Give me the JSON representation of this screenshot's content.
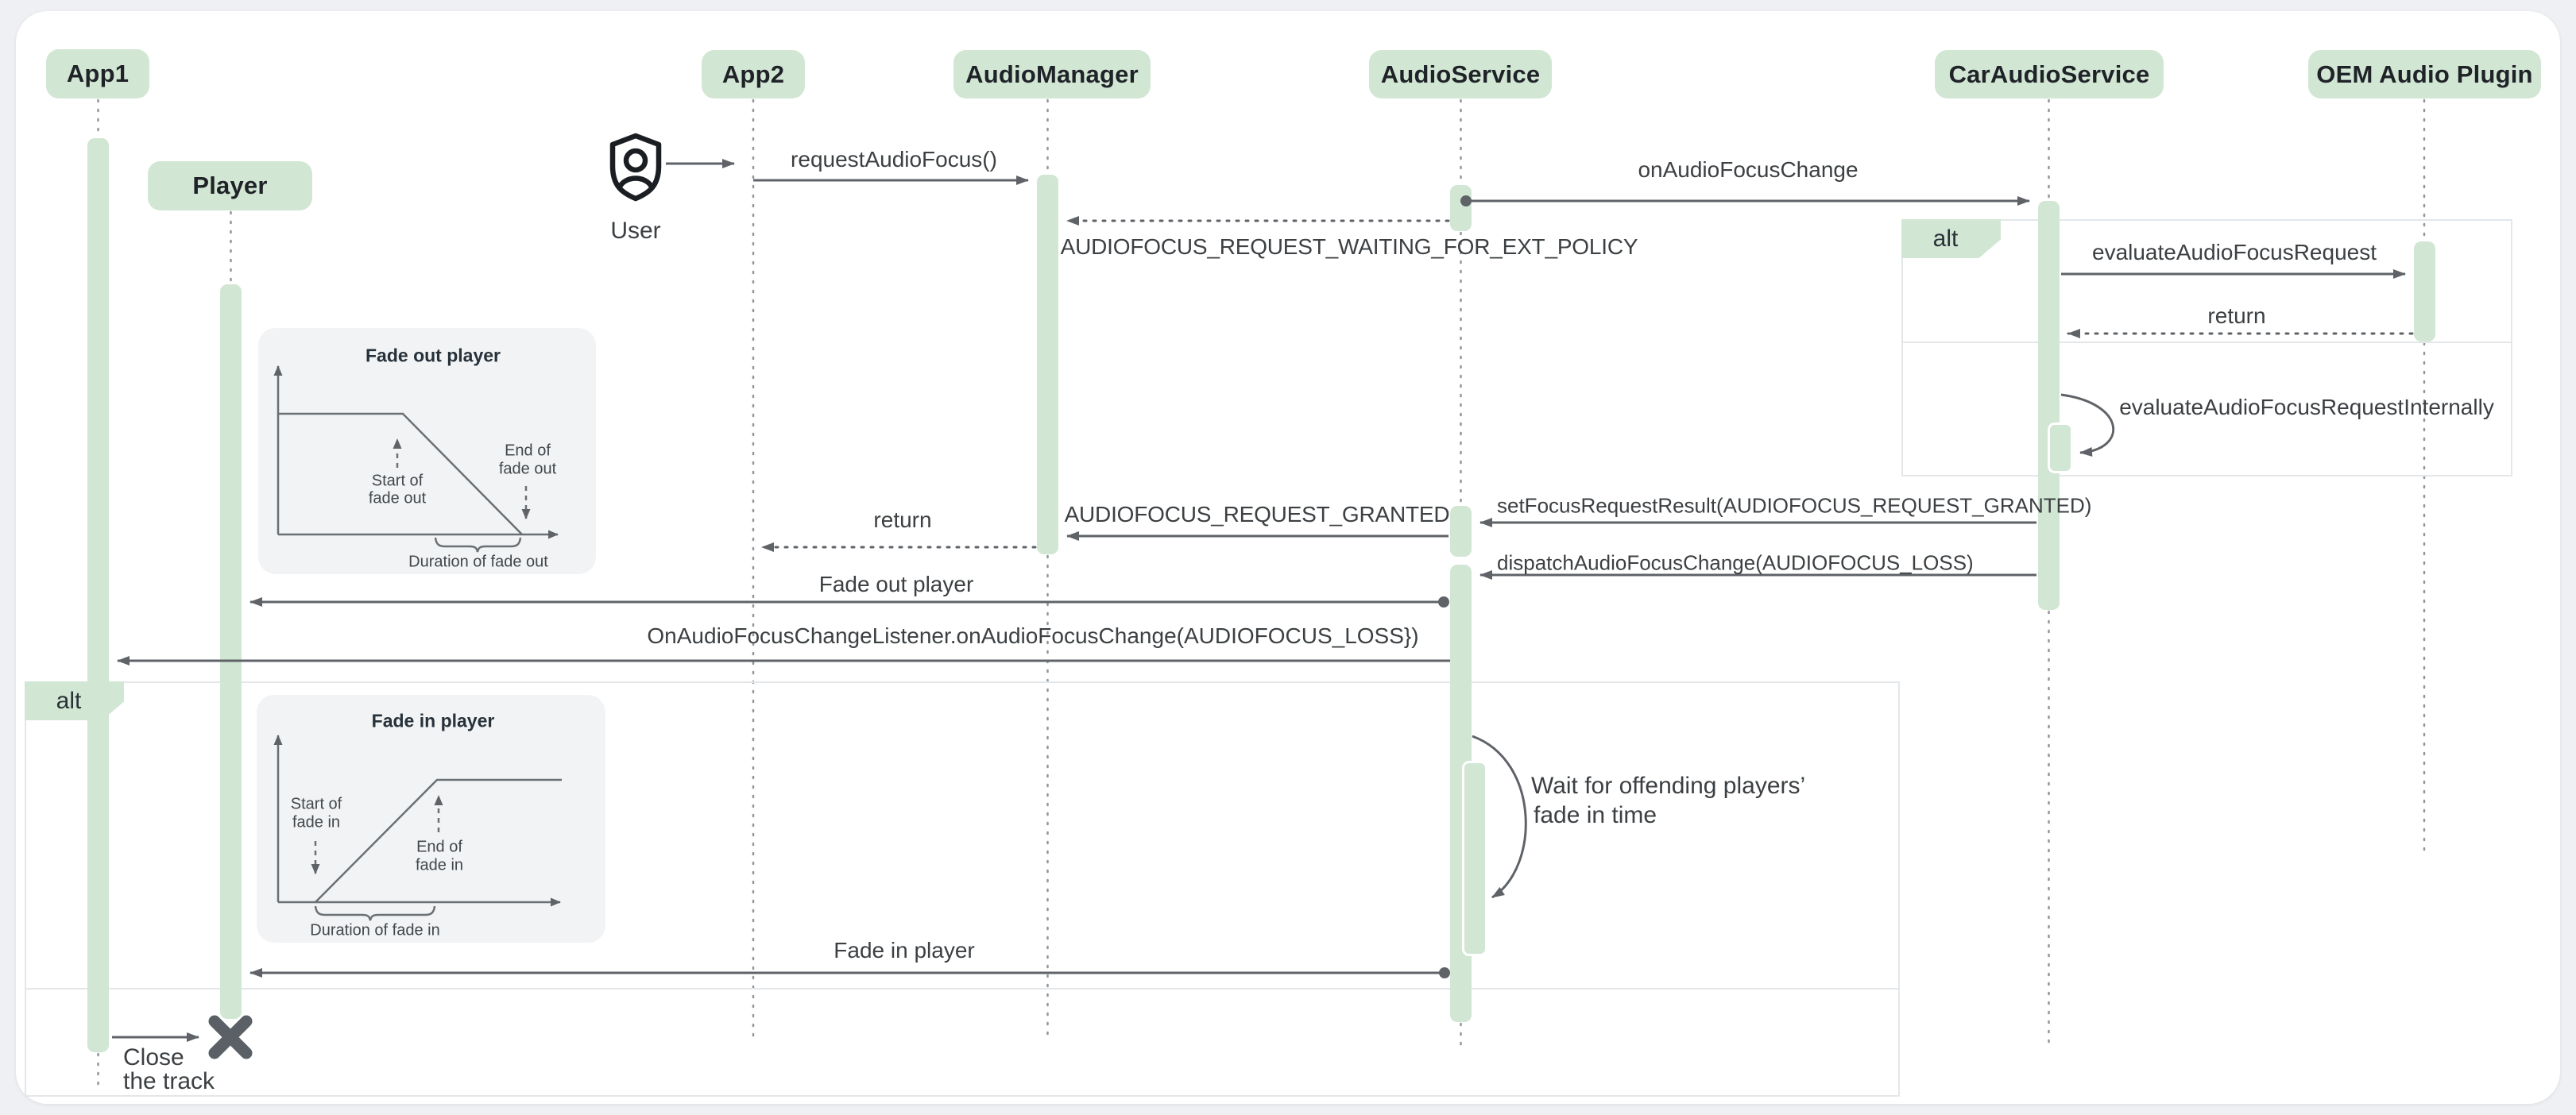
{
  "diagram": {
    "participants": [
      {
        "id": "app1",
        "label": "App1"
      },
      {
        "id": "player",
        "label": "Player"
      },
      {
        "id": "app2",
        "label": "App2"
      },
      {
        "id": "audiomanager",
        "label": "AudioManager"
      },
      {
        "id": "audioservice",
        "label": "AudioService"
      },
      {
        "id": "caraudioservice",
        "label": "CarAudioService"
      },
      {
        "id": "oem",
        "label": "OEM Audio Plugin"
      }
    ],
    "actor": {
      "label": "User"
    },
    "alt_left_label": "alt",
    "alt_right_label": "alt",
    "messages": {
      "request_audio_focus": "requestAudioFocus()",
      "on_audio_focus_change": "onAudioFocusChange",
      "waiting_ext_policy": "AUDIOFOCUS_REQUEST_WAITING_FOR_EXT_POLICY",
      "evaluate_request": "evaluateAudioFocusRequest",
      "return_right": "return",
      "evaluate_internally": "evaluateAudioFocusRequestInternally",
      "set_focus_result": "setFocusRequestResult(AUDIOFOCUS_REQUEST_GRANTED)",
      "request_granted": "AUDIOFOCUS_REQUEST_GRANTED",
      "return_left": "return",
      "dispatch_change": "dispatchAudioFocusChange(AUDIOFOCUS_LOSS)",
      "fade_out_player": "Fade out player",
      "on_focus_change_listener": "OnAudioFocusChangeListener.onAudioFocusChange(AUDIOFOCUS_LOSS})",
      "wait_line1": "Wait for offending players’",
      "wait_line2": "fade in time",
      "fade_in_player": "Fade in player",
      "close_line1": "Close",
      "close_line2": "the track"
    },
    "insets": {
      "fade_out": {
        "title": "Fade out player",
        "start_l1": "Start of",
        "start_l2": "fade out",
        "end_l1": "End of",
        "end_l2": "fade out",
        "duration": "Duration of fade out"
      },
      "fade_in": {
        "title": "Fade in player",
        "start_l1": "Start of",
        "start_l2": "fade in",
        "end_l1": "End of",
        "end_l2": "fade in",
        "duration": "Duration of fade in"
      }
    },
    "colors": {
      "green": "#d2e6d4",
      "arrow": "#5f6368",
      "text": "#3c4043",
      "header_text": "#1f2328",
      "inset_bg": "#f1f3f4",
      "border": "#e4e7ea",
      "lifeline": "#8f969c",
      "icon": "#1a1d21"
    }
  }
}
